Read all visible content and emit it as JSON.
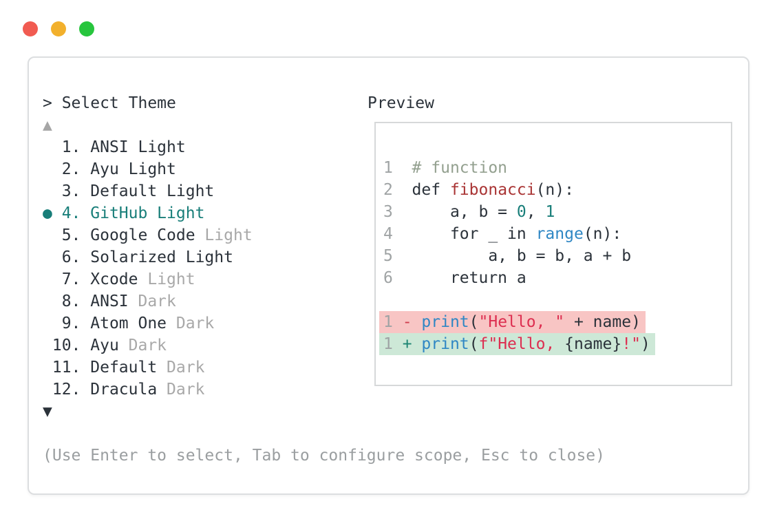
{
  "colors": {
    "dark": "#2b323a",
    "teal": "#187e79",
    "gray-suffix": "#a8a8a8",
    "gray-footer": "#9a9ea0",
    "gray-linenum": "#9fa3a4",
    "gray-arrow": "#a6a6a6",
    "comment": "#93a08f",
    "func": "#a93434",
    "number": "#187e79",
    "builtin": "#2f87c4",
    "string": "#dd2e50",
    "del": "#cf3f4e",
    "add": "#1c8472",
    "removed-bg": "#f8c5c4",
    "added-bg": "#cde8d7",
    "border": "#dcdee0",
    "pane-border": "#d6d8d9",
    "light-red": "#f15b51",
    "light-yellow": "#f2b02c",
    "light-green": "#27c53d"
  },
  "picker": {
    "title": "> Select Theme",
    "scroll_up": "▲",
    "scroll_down": "▼",
    "selected_marker": "●",
    "items": [
      {
        "number": " 1",
        "name": "ANSI Light",
        "suffix": "",
        "selected": false
      },
      {
        "number": " 2",
        "name": "Ayu Light",
        "suffix": "",
        "selected": false
      },
      {
        "number": " 3",
        "name": "Default Light",
        "suffix": "",
        "selected": false
      },
      {
        "number": " 4",
        "name": "GitHub Light",
        "suffix": "",
        "selected": true
      },
      {
        "number": " 5",
        "name": "Google Code",
        "suffix": "Light",
        "selected": false
      },
      {
        "number": " 6",
        "name": "Solarized Light",
        "suffix": "",
        "selected": false
      },
      {
        "number": " 7",
        "name": "Xcode",
        "suffix": "Light",
        "selected": false
      },
      {
        "number": " 8",
        "name": "ANSI",
        "suffix": "Dark",
        "selected": false
      },
      {
        "number": " 9",
        "name": "Atom One",
        "suffix": "Dark",
        "selected": false
      },
      {
        "number": "10",
        "name": "Ayu",
        "suffix": "Dark",
        "selected": false
      },
      {
        "number": "11",
        "name": "Default",
        "suffix": "Dark",
        "selected": false
      },
      {
        "number": "12",
        "name": "Dracula",
        "suffix": "Dark",
        "selected": false
      }
    ],
    "footer": "(Use Enter to select, Tab to configure scope, Esc to close)"
  },
  "preview": {
    "label": "Preview",
    "lines": [
      {
        "num": "1",
        "bg": "",
        "tokens": [
          {
            "c": "comment",
            "t": "  # function"
          }
        ]
      },
      {
        "num": "2",
        "bg": "",
        "tokens": [
          {
            "c": "plain",
            "t": "  def "
          },
          {
            "c": "func",
            "t": "fibonacci"
          },
          {
            "c": "plain",
            "t": "(n):"
          }
        ]
      },
      {
        "num": "3",
        "bg": "",
        "tokens": [
          {
            "c": "plain",
            "t": "      a, b = "
          },
          {
            "c": "number",
            "t": "0"
          },
          {
            "c": "plain",
            "t": ", "
          },
          {
            "c": "number",
            "t": "1"
          }
        ]
      },
      {
        "num": "4",
        "bg": "",
        "tokens": [
          {
            "c": "plain",
            "t": "      for _ in "
          },
          {
            "c": "builtin",
            "t": "range"
          },
          {
            "c": "plain",
            "t": "(n):"
          }
        ]
      },
      {
        "num": "5",
        "bg": "",
        "tokens": [
          {
            "c": "plain",
            "t": "          a, b = b, a + b"
          }
        ]
      },
      {
        "num": "6",
        "bg": "",
        "tokens": [
          {
            "c": "plain",
            "t": "      return a"
          }
        ]
      },
      {
        "num": "",
        "bg": "",
        "tokens": []
      },
      {
        "num": "1",
        "bg": "removed",
        "tokens": [
          {
            "c": "del",
            "t": " - "
          },
          {
            "c": "builtin",
            "t": "print"
          },
          {
            "c": "plain",
            "t": "("
          },
          {
            "c": "string",
            "t": "\"Hello, \""
          },
          {
            "c": "plain",
            "t": " + name)"
          }
        ]
      },
      {
        "num": "1",
        "bg": "added",
        "tokens": [
          {
            "c": "add",
            "t": " + "
          },
          {
            "c": "builtin",
            "t": "print"
          },
          {
            "c": "plain",
            "t": "("
          },
          {
            "c": "string",
            "t": "f\"Hello, "
          },
          {
            "c": "plain",
            "t": "{name}"
          },
          {
            "c": "string",
            "t": "!\""
          },
          {
            "c": "plain",
            "t": ")"
          }
        ]
      }
    ]
  }
}
